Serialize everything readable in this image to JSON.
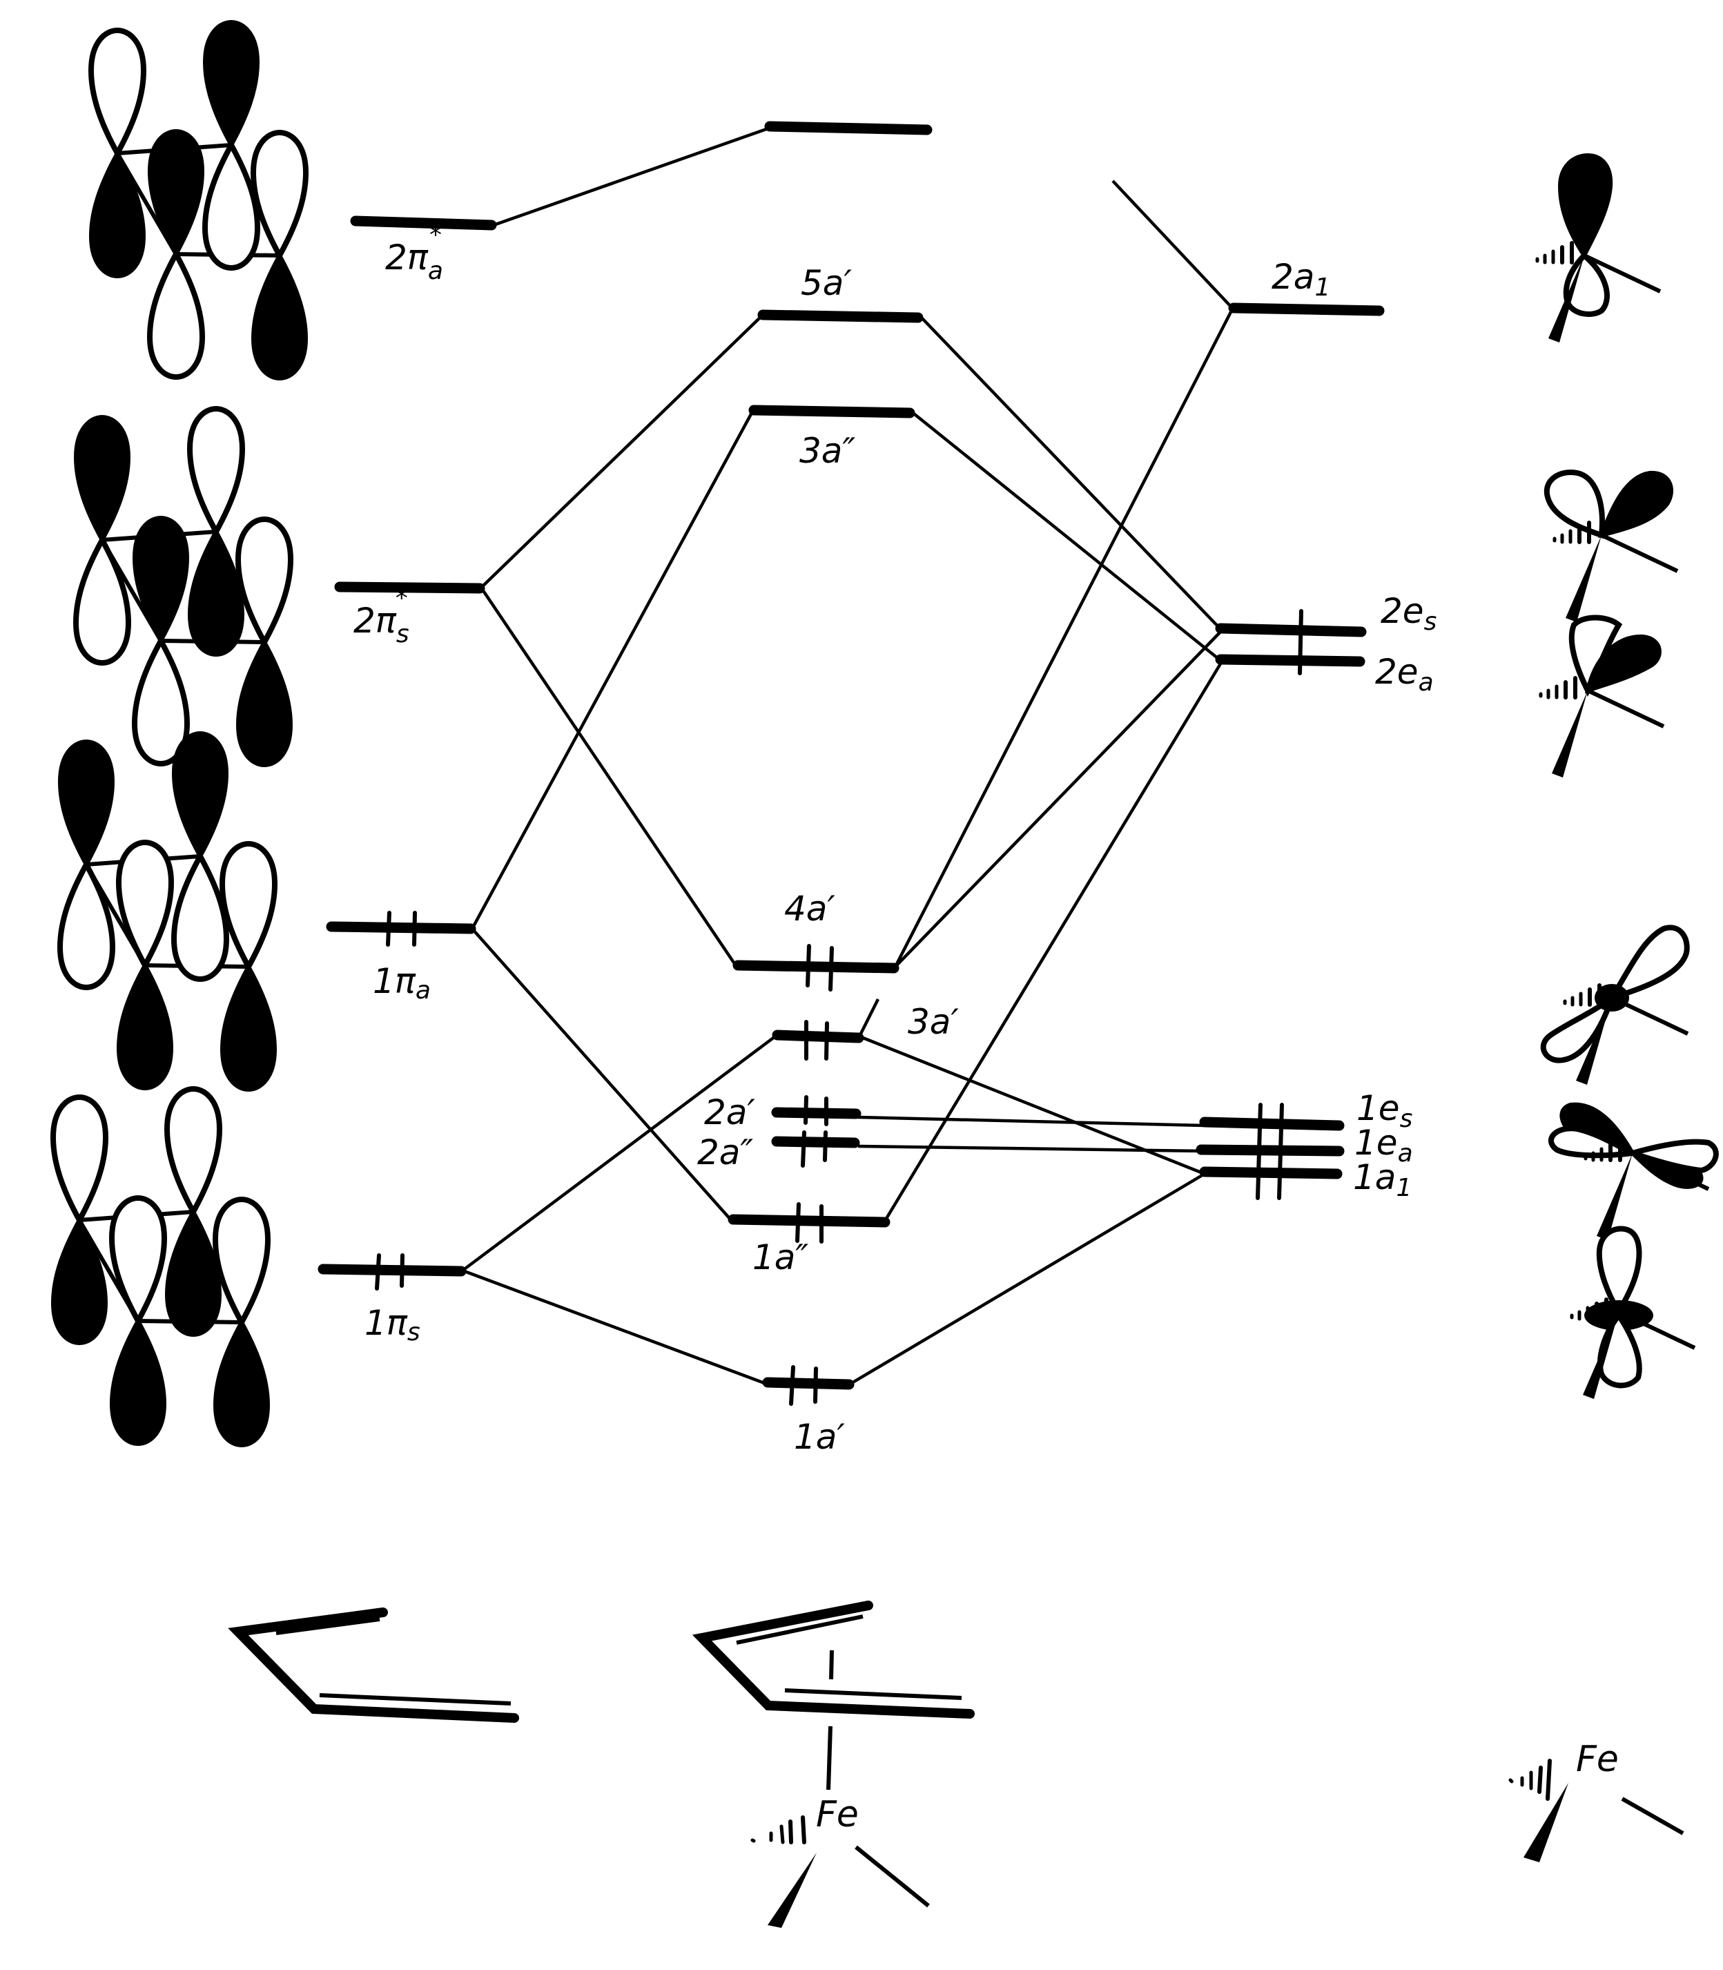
{
  "figure": {
    "kind": "molecular orbital interaction diagram",
    "fragments": {
      "left": "butadiene (cis) pi orbitals",
      "center": "butadiene-Fe(CO)3 complex",
      "right": "Fe(CO)3 fragment orbitals"
    },
    "colors": {
      "ink": "#000000",
      "background": "#ffffff"
    }
  },
  "levels": {
    "left": [
      {
        "id": "2pi_a_star",
        "main": "2π",
        "sub": "a",
        "sup": "*",
        "electrons": 0
      },
      {
        "id": "2pi_s_star",
        "main": "2π",
        "sub": "s",
        "sup": "*",
        "electrons": 0
      },
      {
        "id": "1pi_a",
        "main": "1π",
        "sub": "a",
        "sup": "",
        "electrons": 2
      },
      {
        "id": "1pi_s",
        "main": "1π",
        "sub": "s",
        "sup": "",
        "electrons": 2
      }
    ],
    "center": [
      {
        "id": "top",
        "main": "",
        "sub": "",
        "sup": "",
        "electrons": 0
      },
      {
        "id": "5a1",
        "main": "5a",
        "sub": "",
        "sup": "′",
        "electrons": 0
      },
      {
        "id": "3a2",
        "main": "3a",
        "sub": "",
        "sup": "″",
        "electrons": 0
      },
      {
        "id": "4a1",
        "main": "4a",
        "sub": "",
        "sup": "′",
        "electrons": 2
      },
      {
        "id": "3a1",
        "main": "3a",
        "sub": "",
        "sup": "′",
        "electrons": 2
      },
      {
        "id": "2a1",
        "main": "2a",
        "sub": "",
        "sup": "′",
        "electrons": 2
      },
      {
        "id": "2a2",
        "main": "2a",
        "sub": "",
        "sup": "″",
        "electrons": 2
      },
      {
        "id": "1a2",
        "main": "1a",
        "sub": "",
        "sup": "″",
        "electrons": 2
      },
      {
        "id": "1a1",
        "main": "1a",
        "sub": "",
        "sup": "′",
        "electrons": 2
      }
    ],
    "right": [
      {
        "id": "2a_1",
        "main": "2a",
        "sub": "1",
        "sup": "",
        "electrons": 0
      },
      {
        "id": "2e_s",
        "main": "2e",
        "sub": "s",
        "sup": "",
        "electrons": 1
      },
      {
        "id": "2e_a",
        "main": "2e",
        "sub": "a",
        "sup": "",
        "electrons": 1
      },
      {
        "id": "1e_s",
        "main": "1e",
        "sub": "s",
        "sup": "",
        "electrons": 2
      },
      {
        "id": "1e_a",
        "main": "1e",
        "sub": "a",
        "sup": "",
        "electrons": 2
      },
      {
        "id": "1a_1",
        "main": "1a",
        "sub": "1",
        "sup": "",
        "electrons": 2
      }
    ]
  },
  "structures": {
    "center_metal": "Fe",
    "right_metal": "Fe"
  }
}
